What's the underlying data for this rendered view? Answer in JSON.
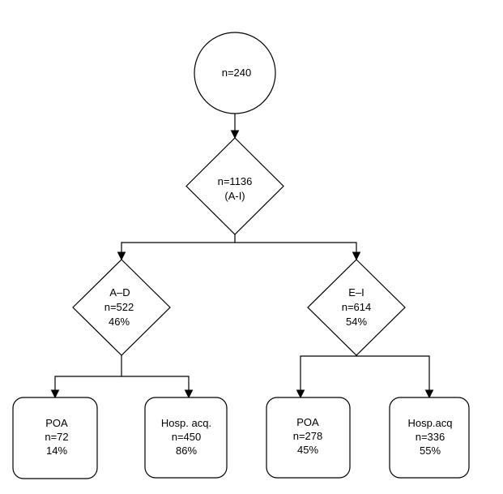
{
  "nodes": {
    "root": {
      "lines": [
        "n=240"
      ]
    },
    "split_total": {
      "lines": [
        "n=1136",
        "(A-I)"
      ]
    },
    "split_ad": {
      "lines": [
        "A–D",
        "n=522",
        "46%"
      ]
    },
    "split_ei": {
      "lines": [
        "E–I",
        "n=614",
        "54%"
      ]
    },
    "ad_poa": {
      "lines": [
        "POA",
        "n=72",
        "14%"
      ]
    },
    "ad_hosp": {
      "lines": [
        "Hosp. acq.",
        "n=450",
        "86%"
      ]
    },
    "ei_poa": {
      "lines": [
        "POA",
        "n=278",
        "45%"
      ]
    },
    "ei_hosp": {
      "lines": [
        "Hosp.acq",
        "n=336",
        "55%"
      ]
    }
  }
}
